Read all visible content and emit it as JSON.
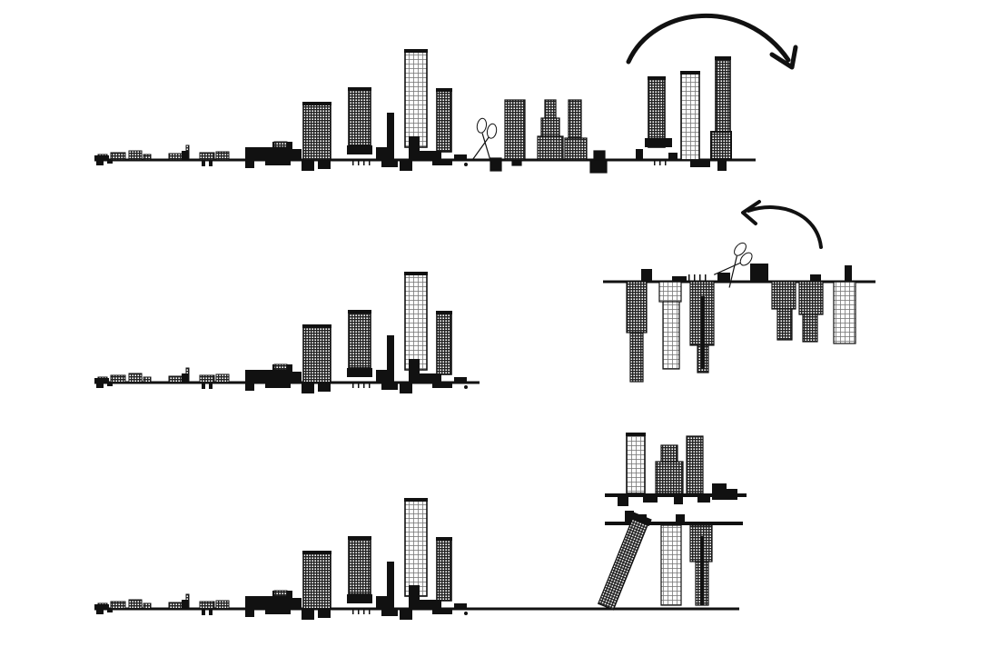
{
  "diagram": {
    "stages": [
      {
        "name": "intact-skyline",
        "action": "cut"
      },
      {
        "name": "flipped-segment",
        "action": "rotate"
      },
      {
        "name": "restacked-skyline",
        "action": "stack"
      }
    ],
    "colors": {
      "ink": "#111111",
      "paper": "#ffffff",
      "grid": "#555555"
    },
    "icons": [
      "scissors-icon",
      "curved-arrow-icon"
    ]
  }
}
